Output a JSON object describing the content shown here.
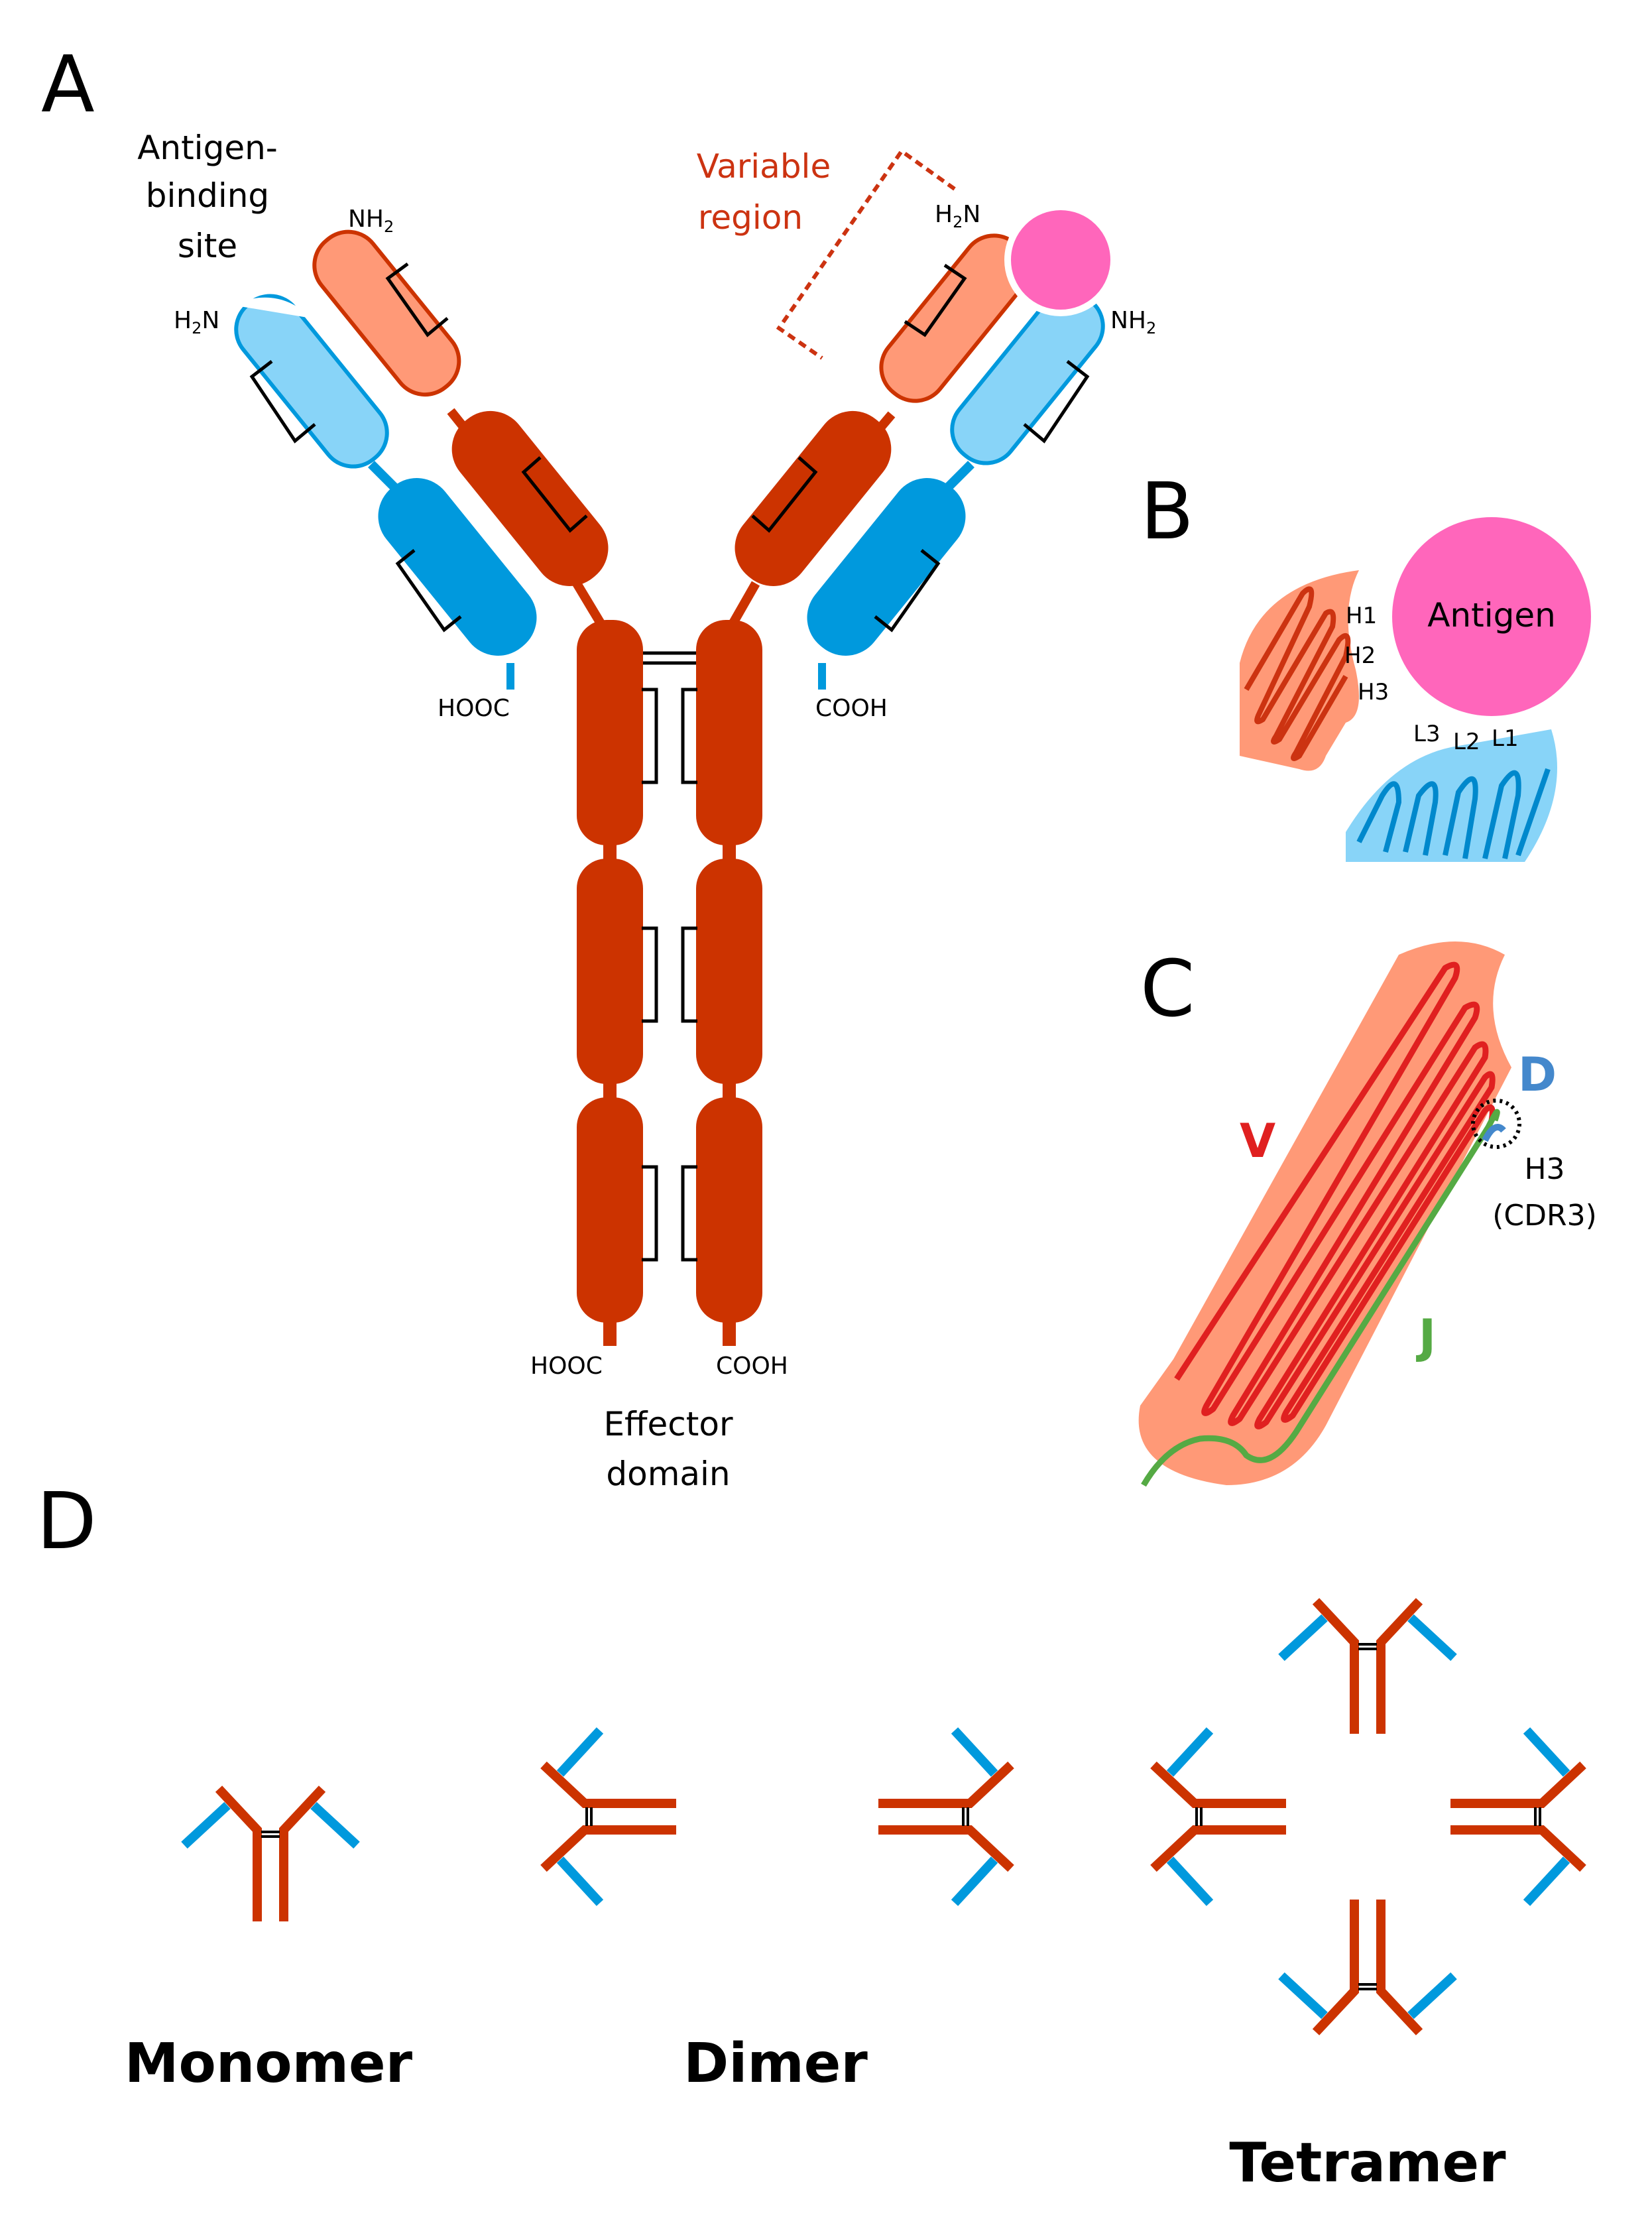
{
  "colors": {
    "heavy_dark": "#cc3300",
    "heavy_light": "#ff9977",
    "light_dark": "#0099dd",
    "light_light": "#88d4f8",
    "antigen": "#ff66bb",
    "variable_label": "#cc3311",
    "gene_v": "#e02020",
    "gene_d": "#4488cc",
    "gene_j": "#55aa44",
    "heavy_strand": "#cc3311",
    "light_strand": "#0088cc"
  },
  "panel_a": {
    "letter": "A",
    "antigen_binding_site": [
      "Antigen-",
      "binding",
      "site"
    ],
    "variable_region": [
      "Variable",
      "region"
    ],
    "left_h2n": "H",
    "left_h2n_sub": "2",
    "left_h2n_tail": "N",
    "left_nh2": "NH",
    "left_nh2_sub": "2",
    "right_h2n": "H",
    "right_h2n_sub": "2",
    "right_h2n_tail": "N",
    "right_nh2": "NH",
    "right_nh2_sub": "2",
    "hooc_left": "HOOC",
    "cooh_right": "COOH",
    "hooc_bottom": "HOOC",
    "cooh_bottom": "COOH",
    "effector_domain": [
      "Effector",
      "domain"
    ]
  },
  "panel_b": {
    "letter": "B",
    "antigen": "Antigen",
    "heavy_cdrs": [
      "H1",
      "H2",
      "H3"
    ],
    "light_cdrs": [
      "L3",
      "L2",
      "L1"
    ]
  },
  "panel_c": {
    "letter": "C",
    "v": "V",
    "d": "D",
    "j": "J",
    "h3": "H3",
    "cdr3": "(CDR3)"
  },
  "panel_d": {
    "letter": "D",
    "monomer": "Monomer",
    "dimer": "Dimer",
    "tetramer": "Tetramer"
  }
}
